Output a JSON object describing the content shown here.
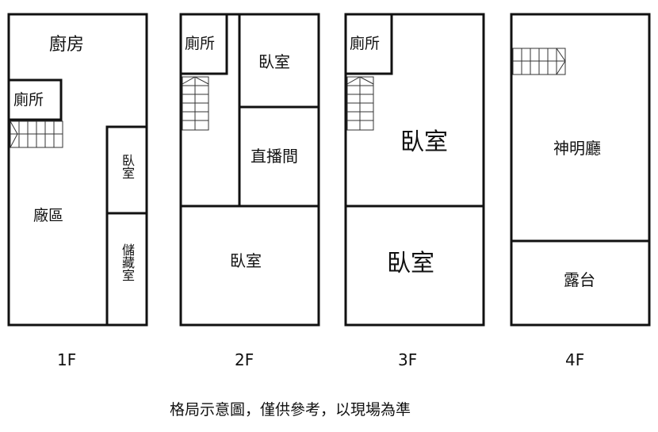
{
  "floors": [
    {
      "name": "1F",
      "rooms": {
        "kitchen": "廚房",
        "toilet": "廁所",
        "bedroom": "臥室",
        "factory": "廠區",
        "storage": "儲藏室"
      }
    },
    {
      "name": "2F",
      "rooms": {
        "toilet": "廁所",
        "bedroom_top": "臥室",
        "live_room": "直播間",
        "bedroom_bottom": "臥室"
      }
    },
    {
      "name": "3F",
      "rooms": {
        "toilet": "廁所",
        "bedroom_top": "臥室",
        "bedroom_bottom": "臥室"
      }
    },
    {
      "name": "4F",
      "rooms": {
        "shrine_hall": "神明廳",
        "terrace": "露台"
      }
    }
  ],
  "footnote": "格局示意圖，僅供參考，以現場為準"
}
